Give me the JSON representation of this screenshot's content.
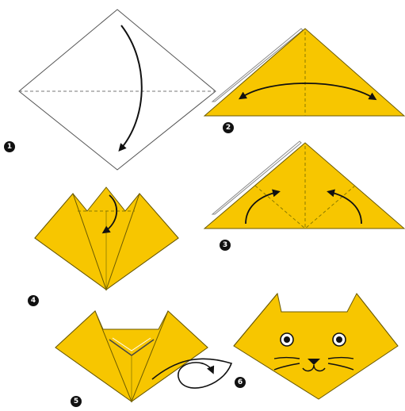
{
  "colors": {
    "paper": "#f7c600",
    "outline": "#3a3000",
    "crease": "#8a7a00",
    "arrow": "#111111",
    "blank_paper": "#ffffff",
    "badge": "#111111"
  },
  "steps": [
    {
      "number": "1",
      "icon": "fold-diagonal-arrow"
    },
    {
      "number": "2",
      "icon": "fold-double-arrow"
    },
    {
      "number": "3",
      "icon": "fold-corners-up-arrows"
    },
    {
      "number": "4",
      "icon": "fold-tip-down-arrow"
    },
    {
      "number": "5",
      "icon": "turn-over-arrow"
    },
    {
      "number": "6",
      "icon": "draw-face"
    }
  ]
}
